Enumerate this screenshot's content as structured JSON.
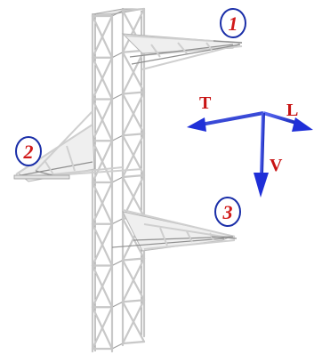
{
  "points": [
    {
      "id": "3",
      "label": "3"
    },
    {
      "id": "2",
      "label": "2"
    },
    {
      "id": "1",
      "label": "1"
    }
  ],
  "axes": {
    "t": "T",
    "l": "L",
    "v": "V"
  },
  "colors": {
    "label_number": "#d11a1a",
    "label_ring": "#1a2ea8",
    "axis_arrow": "#1f2fd8",
    "axis_text": "#c81414",
    "steel": "#c8c8c8"
  }
}
